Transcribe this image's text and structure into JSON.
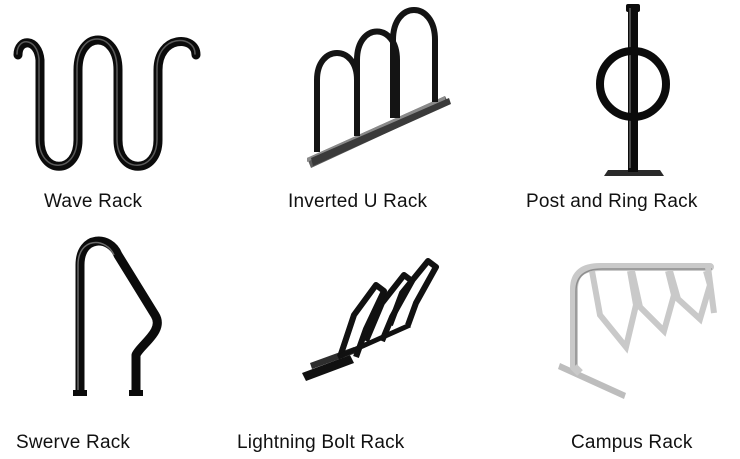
{
  "racks": [
    {
      "name": "Wave Rack",
      "icon": "wave-rack-image",
      "color": "#0b0b0b"
    },
    {
      "name": "Inverted U Rack",
      "icon": "inverted-u-rack-image",
      "color": "#141414"
    },
    {
      "name": "Post and Ring Rack",
      "icon": "post-and-ring-rack-image",
      "color": "#0b0b0b"
    },
    {
      "name": "Swerve Rack",
      "icon": "swerve-rack-image",
      "color": "#0b0b0b"
    },
    {
      "name": "Lightning Bolt Rack",
      "icon": "lightning-bolt-rack-image",
      "color": "#111111"
    },
    {
      "name": "Campus Rack",
      "icon": "campus-rack-image",
      "color": "#c9c9c9"
    }
  ]
}
